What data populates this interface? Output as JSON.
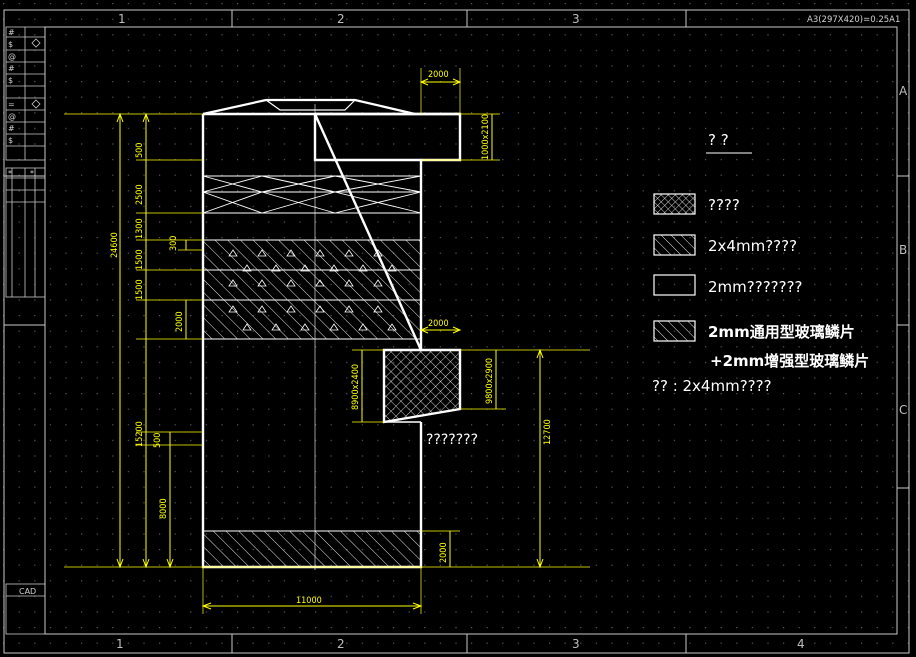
{
  "colors": {
    "background": "#000000",
    "drawing": "#ffffff",
    "dimension": "#ffff00",
    "frame": "#c8c8c8",
    "grid_dot": "#5a5a5a"
  },
  "title_block": {
    "sheet_size": "A3(297X420)=0.25A1",
    "cad_label": "CAD",
    "header_glyphs": [
      "#",
      "$",
      "@",
      "=",
      "*"
    ]
  },
  "zone_labels": {
    "columns": [
      "1",
      "2",
      "3"
    ],
    "columns_bottom": [
      "1",
      "2",
      "3",
      "4"
    ],
    "rows": [
      "A",
      "B",
      "C"
    ]
  },
  "dimensions": {
    "top_vent_width": "2000",
    "top_vent_size": "1000x2100",
    "total_height": "24600",
    "seg_500_top": "500",
    "seg_2500": "2500",
    "seg_1300": "1300",
    "seg_300": "300",
    "seg_1500_a": "1500",
    "seg_1500_b": "1500",
    "seg_2000": "2000",
    "lower_height": "15200",
    "seg_500_low": "500",
    "seg_8000": "8000",
    "side_box_width": "2000",
    "side_box_left": "8900x2400",
    "side_box_right": "9800x2900",
    "right_total": "12700",
    "bottom_2000": "2000",
    "total_width": "11000"
  },
  "annotations": {
    "side_note": "???????"
  },
  "legend": {
    "title": "? ?",
    "items": [
      {
        "pattern": "crosshatch",
        "label": "????"
      },
      {
        "pattern": "hatch",
        "label": "2x4mm????"
      },
      {
        "pattern": "none",
        "label": "2mm???????"
      },
      {
        "pattern": "hatch",
        "label": "2mm通用型玻璃鳞片"
      }
    ],
    "item4_line2": "+2mm增强型玻璃鳞片",
    "note": "?? : 2x4mm????"
  }
}
